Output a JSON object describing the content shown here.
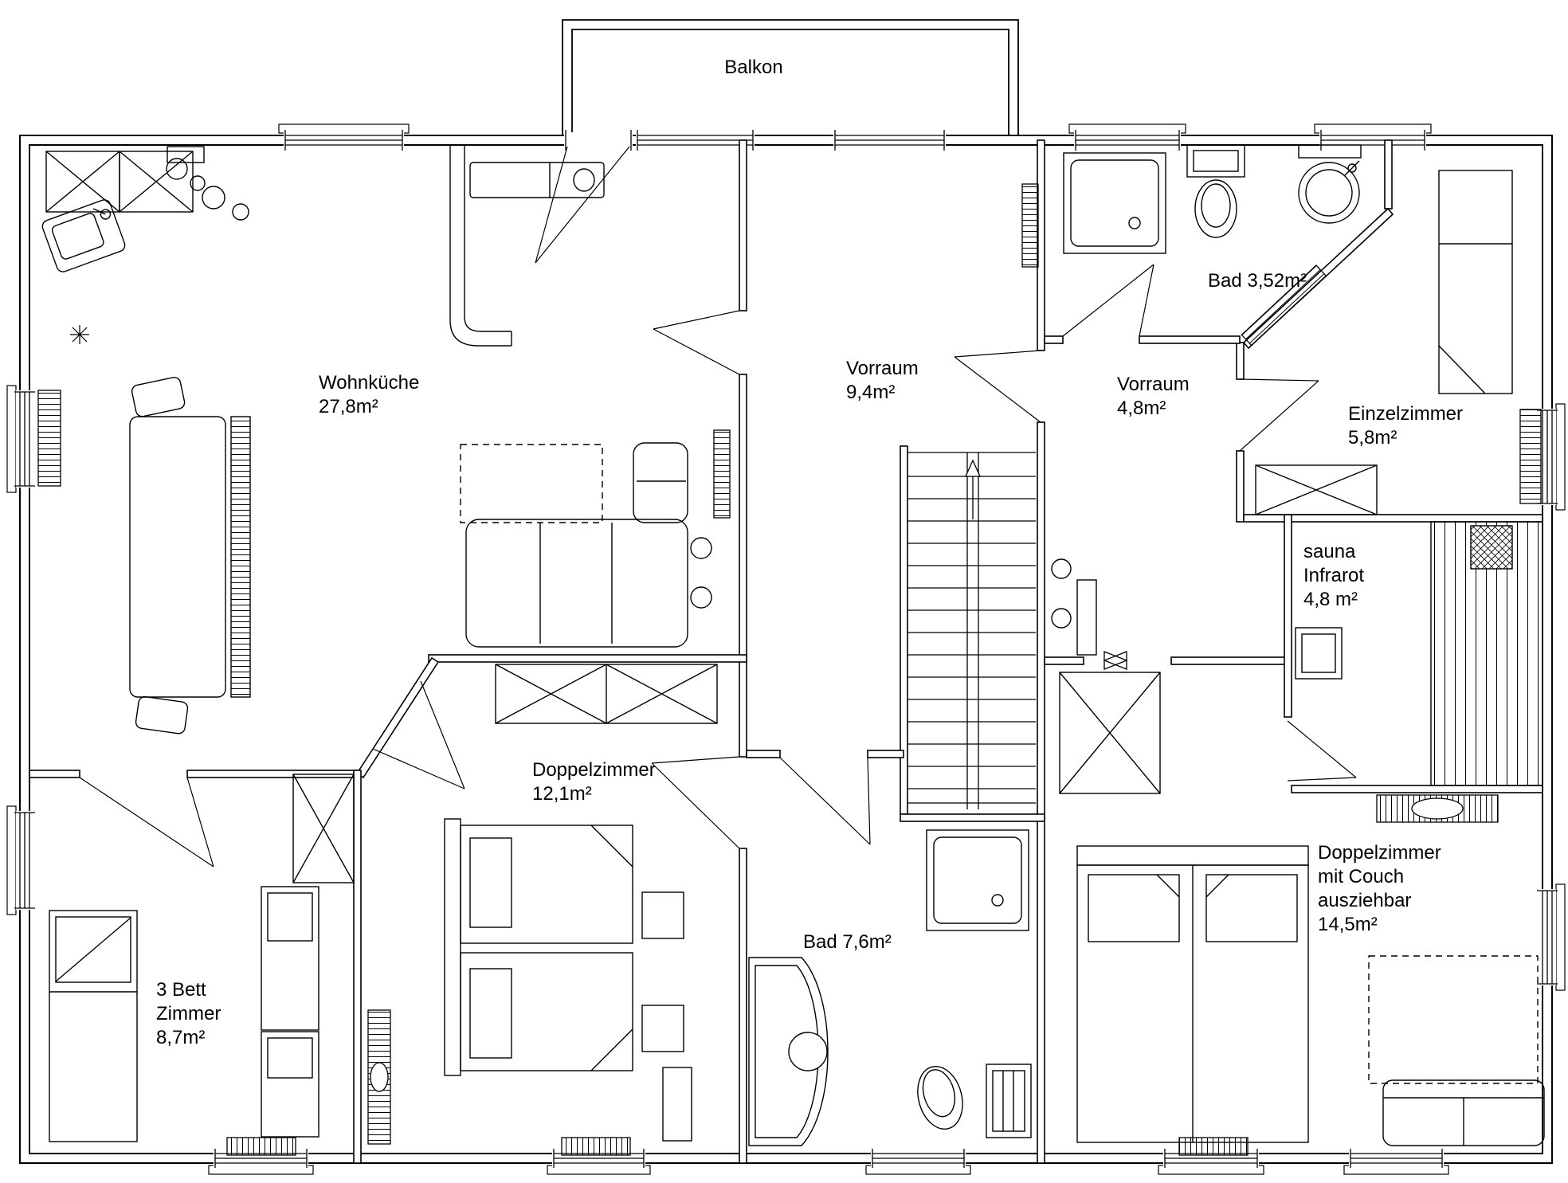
{
  "floorplan": {
    "balcony": {
      "label": "Balkon"
    },
    "rooms": {
      "wohnkueche": {
        "name": "Wohnküche",
        "area": "27,8m²"
      },
      "vorraum_main": {
        "name": "Vorraum",
        "area": "9,4m²"
      },
      "vorraum_klein": {
        "name": "Vorraum",
        "area": "4,8m²"
      },
      "bad_klein": {
        "label": "Bad 3,52m²"
      },
      "einzelzimmer": {
        "name": "Einzelzimmer",
        "area": "5,8m²"
      },
      "sauna": {
        "name": "sauna",
        "name2": "Infrarot",
        "area": "4,8 m²"
      },
      "doppelzimmer": {
        "name": "Doppelzimmer",
        "area": "12,1m²"
      },
      "dreibettzimmer": {
        "name": "3 Bett",
        "name2": "Zimmer",
        "area": "8,7m²"
      },
      "bad_gross": {
        "label": "Bad 7,6m²"
      },
      "doppelzimmer_couch": {
        "name": "Doppelzimmer",
        "name2": "mit Couch",
        "name3": "ausziehbar",
        "area": "14,5m²"
      }
    }
  }
}
